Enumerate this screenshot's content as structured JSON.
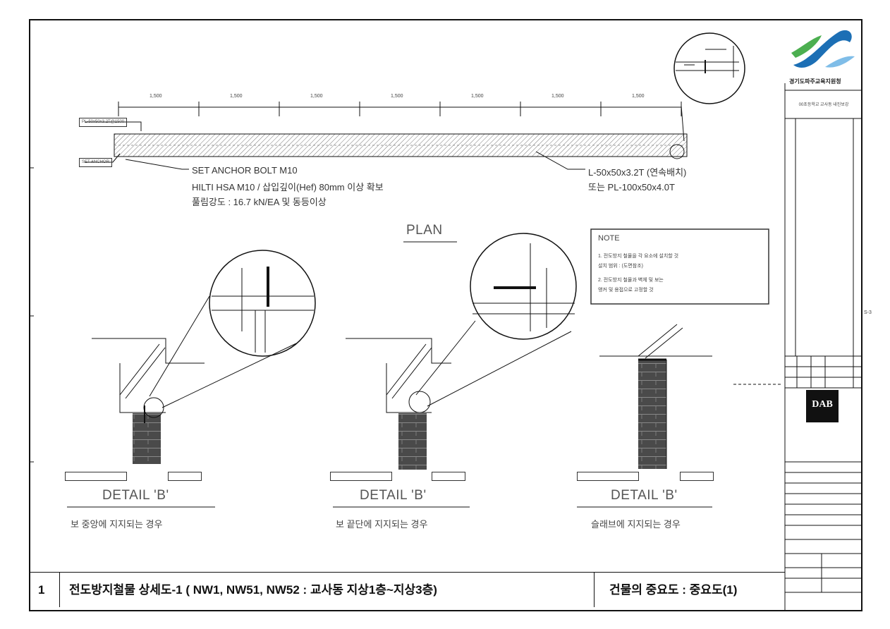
{
  "top_dims": [
    "1,500",
    "1,500",
    "1,500",
    "1,500",
    "1,500",
    "1,500",
    "1,500"
  ],
  "plan": {
    "anchor_lines": [
      "SET ANCHOR BOLT M10",
      "HILTI HSA M10 / 삽입깊이(Hef) 80mm 이상 확보",
      "풀림강도 : 16.7 kN/EA 및 동등이상"
    ],
    "angle_lines": [
      "L-50x50x3.2T (연속배치)",
      "또는 PL-100x50x4.0T"
    ],
    "title": "PLAN",
    "tag_top": "PL-50x50x3.2T@1500",
    "tag_bottom": "SET ANCHOR"
  },
  "note": {
    "heading": "NOTE",
    "lines": [
      "1. 전도방지 철물을 각 요소에 설치할 것",
      "   설치 범위 : (도면참조)",
      "2. 전도방지 철물과 벽체 및 보는",
      "   앵커 및 용접으로 고정할 것"
    ]
  },
  "details": [
    {
      "title": "DETAIL 'B'",
      "subtitle": "보 중앙에 지지되는 경우"
    },
    {
      "title": "DETAIL 'B'",
      "subtitle": "보 끝단에 지지되는 경우"
    },
    {
      "title": "DETAIL 'B'",
      "subtitle": "슬래브에 지지되는 경우"
    }
  ],
  "bottom": {
    "number": "1",
    "title": "전도방지철물 상세도-1 ( NW1, NW51, NW52 : 교사동 지상1층~지상3층)",
    "importance": "건물의 중요도 : 중요도(1)"
  },
  "title_block": {
    "agency": "경기도파주교육지원청",
    "project": "00초등학교 교사동 내진보강",
    "firm_logo": "DAB",
    "sheet_no": "S-3"
  },
  "colors": {
    "line": "#111111",
    "hatch": "#777777",
    "brick": "#4a4a4a",
    "logo_blue": "#1c6fb5",
    "logo_green": "#4caf50"
  }
}
